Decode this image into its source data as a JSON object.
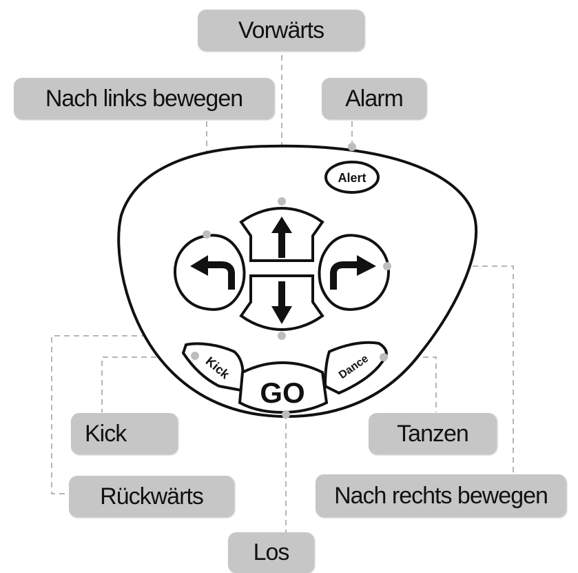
{
  "labels": {
    "forward": "Vorwärts",
    "move_left": "Nach links bewegen",
    "alarm": "Alarm",
    "kick": "Kick",
    "dance": "Tanzen",
    "backward": "Rückwärts",
    "move_right": "Nach rechts bewegen",
    "go": "Los"
  },
  "remote": {
    "alert_button": "Alert",
    "kick_button": "Kick",
    "go_button": "GO",
    "dance_button": "Dance"
  },
  "colors": {
    "label_bg": "#c6c6c6",
    "outline": "#111111",
    "leader_line": "#b5b5b5",
    "anchor_dot": "#bdbdbd"
  },
  "icons": [
    "arrow-up-icon",
    "arrow-down-icon",
    "turn-left-icon",
    "turn-right-icon"
  ]
}
